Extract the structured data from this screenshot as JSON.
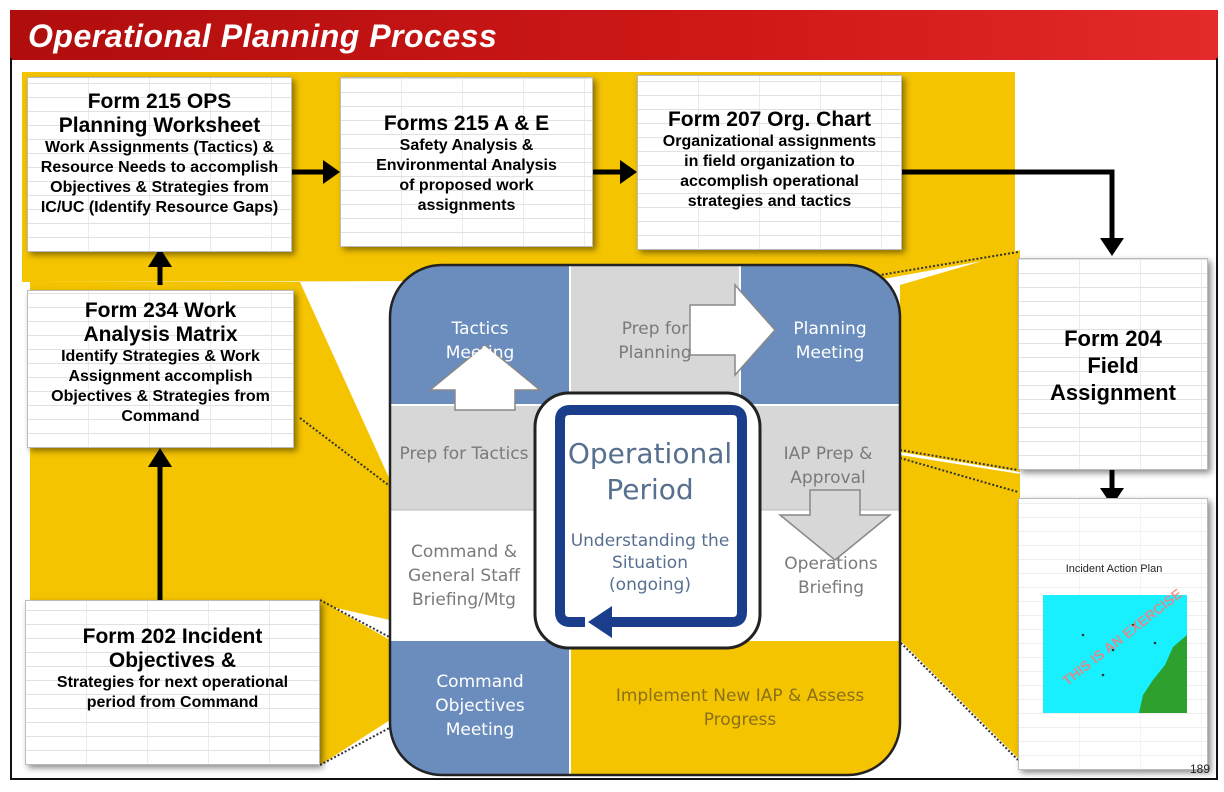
{
  "header": {
    "title": "Operational Planning Process"
  },
  "page_number": "189",
  "forms": {
    "f215": {
      "title": "Form 215 OPS Planning Worksheet",
      "body": "Work Assignments (Tactics) & Resource Needs to accomplish Objectives & Strategies from IC/UC (Identify Resource Gaps)"
    },
    "f215ae": {
      "title": "Forms 215 A & E",
      "body": "Safety Analysis & Environmental Analysis of proposed work assignments"
    },
    "f207": {
      "title": "Form 207 Org. Chart",
      "body": "Organizational assignments in field organization to accomplish operational strategies and tactics"
    },
    "f234": {
      "title": "Form 234 Work Analysis Matrix",
      "body": "Identify Strategies & Work Assignment accomplish Objectives & Strategies from Command"
    },
    "f202": {
      "title": "Form 202 Incident Objectives &",
      "body": "Strategies for next operational period from Command"
    },
    "f204": {
      "title": "Form 204 Field Assignment"
    },
    "iap": {
      "heading": "Incident Action Plan",
      "watermark": "THIS IS AN EXERCISE"
    }
  },
  "cycle": {
    "tactics": "Tactics Meeting",
    "prep_planning": "Prep for Planning",
    "planning": "Planning Meeting",
    "prep_tactics": "Prep for Tactics",
    "iap_prep": "IAP Prep & Approval",
    "command_gs": "Command & General Staff Briefing/Mtg",
    "ops_briefing": "Operations Briefing",
    "command_obj": "Command Objectives Meeting",
    "implement": "Implement New IAP & Assess Progress"
  },
  "center": {
    "title": "Operational Period",
    "subtitle": "Understanding the Situation (ongoing)"
  },
  "colors": {
    "blue": "#6a8dbd",
    "gray": "#d7d7d7",
    "yellow": "#f4c400",
    "red": "#c81414",
    "dark_blue": "#1a3d8c"
  }
}
